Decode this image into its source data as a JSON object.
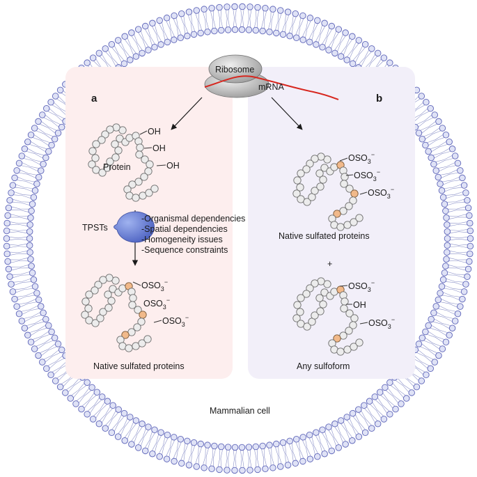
{
  "ribosome": {
    "label": "Ribosome"
  },
  "mrna": {
    "label": "mRNA",
    "color": "#d7261e"
  },
  "panel_a": {
    "letter": "a",
    "bg_color": "#fdeeee",
    "protein_label": "Protein",
    "oh": [
      "OH",
      "OH",
      "OH"
    ],
    "enzyme": "TPSTs",
    "limitations": [
      "-Organismal dependencies",
      "-Spatial dependencies",
      "-Homogeneity issues",
      "-Sequence constraints"
    ],
    "product_groups": [
      "OSO",
      "OSO",
      "OSO"
    ],
    "product_caption": "Native sulfated proteins"
  },
  "panel_b": {
    "letter": "b",
    "bg_color": "#f2eff9",
    "top_groups": [
      "OSO",
      "OSO",
      "OSO"
    ],
    "top_caption": "Native sulfated proteins",
    "plus": "+",
    "bottom_groups": [
      "OSO",
      "OH",
      "OSO"
    ],
    "bottom_caption": "Any sulfoform"
  },
  "sulfate": {
    "subscript": "3",
    "superscript": "−"
  },
  "cell_label": "Mammalian cell",
  "colors": {
    "membrane_head": "#5d64b8",
    "membrane_head_fill": "#dfe2f6",
    "sulfated_bead": "#f1b98a",
    "enzyme": "#5b6fc7"
  }
}
